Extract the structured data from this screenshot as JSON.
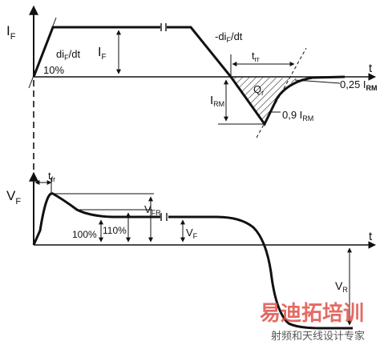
{
  "top": {
    "y_axis": "I",
    "y_axis_sub": "F",
    "t_axis": "t",
    "pct_10": "10%",
    "slope_label": "di",
    "slope_label_sub": "F",
    "slope_label_tail": "/dt",
    "amplitude_label": "I",
    "amplitude_label_sub": "F",
    "neg_slope_label": "-di",
    "neg_slope_label_sub": "F",
    "neg_slope_label_tail": "/dt",
    "trr_label": "t",
    "trr_label_sub": "rr",
    "charge_label": "Q",
    "charge_label_sub": "r",
    "irm_label": "I",
    "irm_label_sub": "RM",
    "pt25_label": "0,25 I",
    "pt25_label_sub": "RM",
    "pt9_label": "0,9 I",
    "pt9_label_sub": "RM"
  },
  "bottom": {
    "y_axis": "V",
    "y_axis_sub": "F",
    "t_axis": "t",
    "tfr_label": "t",
    "tfr_label_sub": "fr",
    "vfr_label": "V",
    "vfr_label_sub": "FR",
    "vf_label": "V",
    "vf_label_sub": "F",
    "pct_100": "100%",
    "pct_110": "110%",
    "vr_label": "V",
    "vr_label_sub": "R"
  },
  "watermark": {
    "main": "易迪拓培训",
    "sub": "射频和天线设计专家",
    "color_main": "#e0524a",
    "color_sub": "#3a3a3a"
  }
}
